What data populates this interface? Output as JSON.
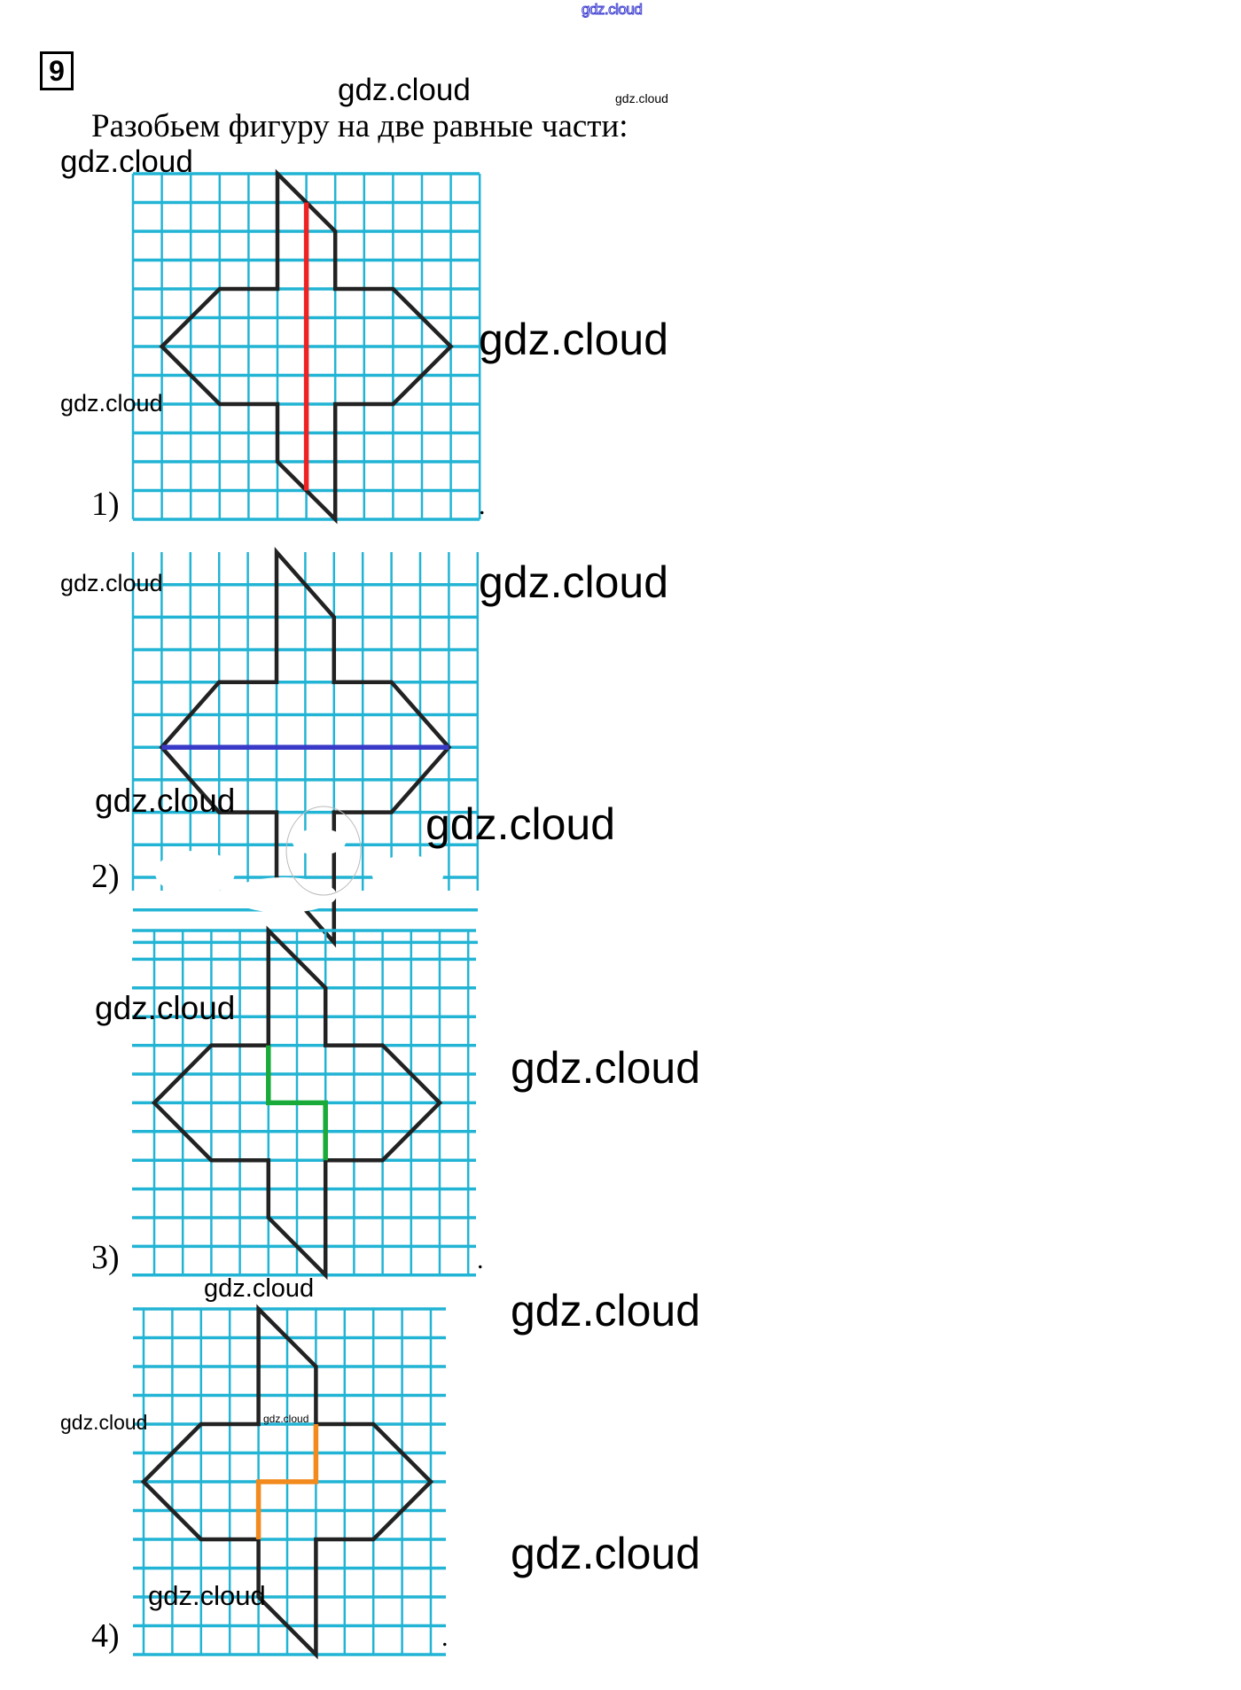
{
  "header": {
    "top_watermark": "gdz.cloud",
    "task_number": "9",
    "instruction": "Разобьем фигуру на две равные части:"
  },
  "watermarks": [
    "gdz.cloud",
    "gdz.cloud",
    "gdz.cloud",
    "gdz.cloud",
    "gdz.cloud",
    "gdz.cloud",
    "gdz.cloud",
    "gdz.cloud",
    "gdz.cloud",
    "gdz.cloud",
    "gdz.cloud",
    "gdz.cloud",
    "gdz.cloud",
    "gdz.cloud",
    "gdz.cloud",
    "gdz.cloud",
    "gdz.cloud"
  ],
  "variants": [
    {
      "label": "1)",
      "end_mark": ".",
      "cut_color": "#ee2222"
    },
    {
      "label": "2)",
      "end_mark": "",
      "cut_color": "#3a3ac8"
    },
    {
      "label": "3)",
      "end_mark": ".",
      "cut_color": "#1aaa3a"
    },
    {
      "label": "4)",
      "end_mark": ".",
      "cut_color": "#f28a1e"
    }
  ],
  "colors": {
    "grid": "#22b4d4",
    "figure": "#222222"
  }
}
